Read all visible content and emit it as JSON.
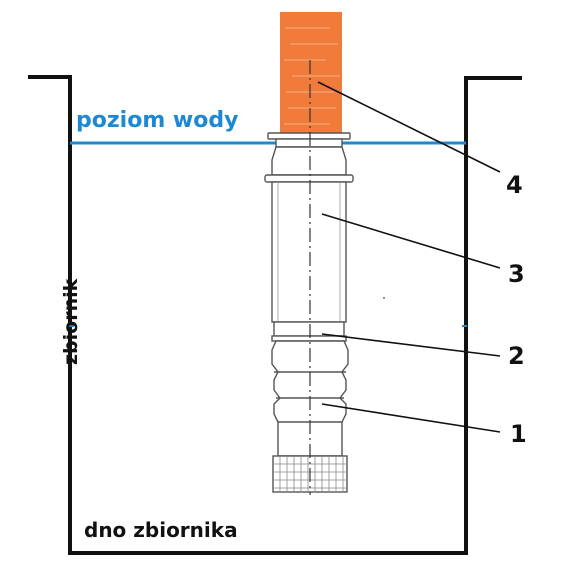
{
  "labels": {
    "water_level": "poziom wody",
    "tank": "zbiornik",
    "tank_bottom": "dno zbiornika"
  },
  "callouts": [
    "1",
    "2",
    "3",
    "4"
  ],
  "colors": {
    "water_line": "#1e88d2",
    "motor": "#f07b3a",
    "outline": "#111111",
    "pump_line": "#555555"
  }
}
